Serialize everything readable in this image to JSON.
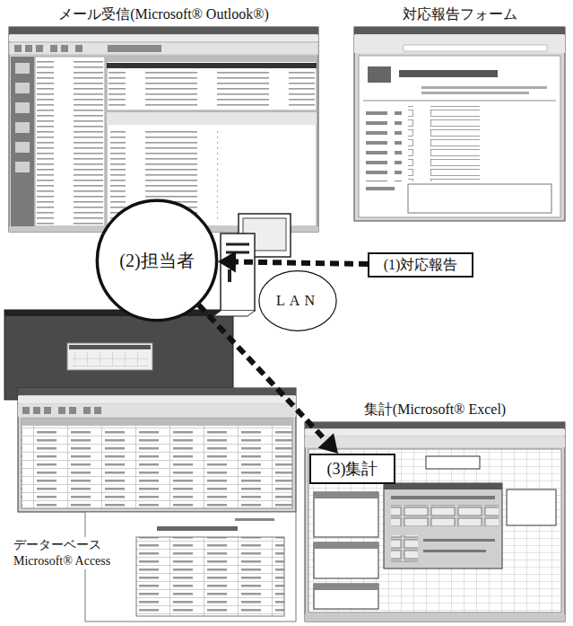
{
  "diagram": {
    "nodes": [
      {
        "text": [
          "メール受信(Microsoft® Outlook®)"
        ]
      },
      {
        "text": [
          "対応報告フォーム"
        ]
      },
      {
        "text": [
          "(2)担当者"
        ]
      },
      {
        "text": [
          "(1)対応報告"
        ]
      },
      {
        "text": [
          "LAN"
        ]
      },
      {
        "text": [
          "データーベース Microsoft® Access"
        ]
      },
      {
        "text": [
          "集計(Microsoft® Excel)"
        ]
      },
      {
        "text": [
          "(3)集計"
        ],
        "in": 6
      }
    ],
    "edges": [
      {
        "from": 3,
        "to": 2,
        "arrow": "to"
      },
      {
        "from": 2,
        "to": 7,
        "arrow": "to"
      }
    ]
  }
}
